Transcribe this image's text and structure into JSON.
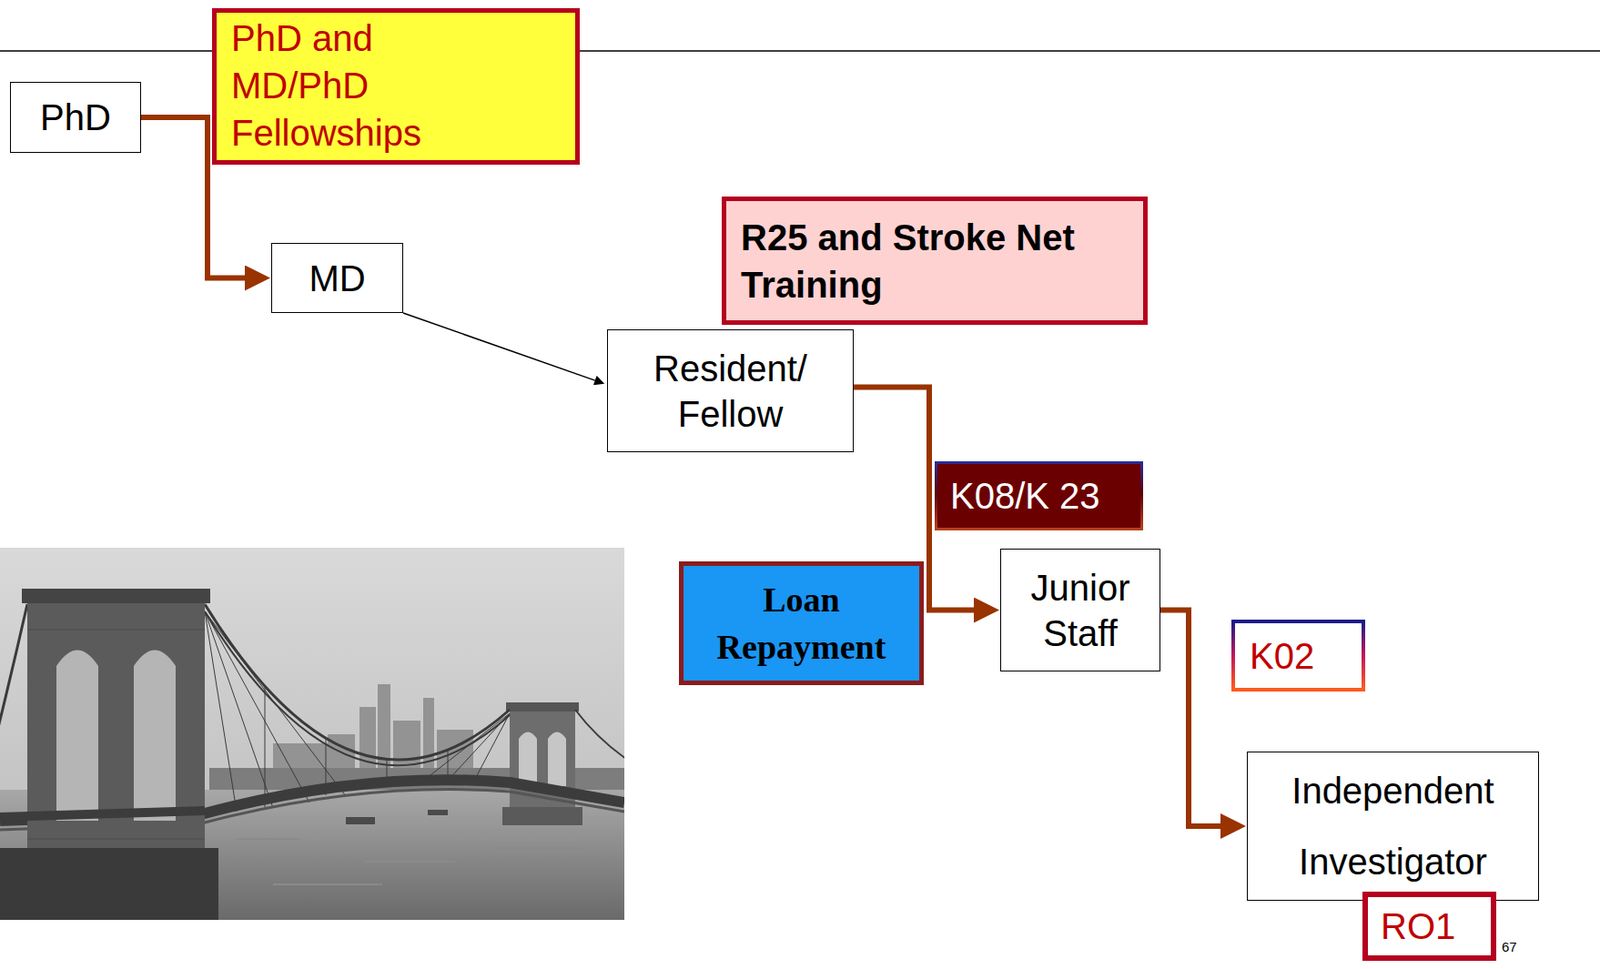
{
  "diagram": {
    "nodes": [
      {
        "text": [
          "PhD and MD/PhD Fellowships"
        ]
      },
      {
        "text": [
          "PhD"
        ]
      },
      {
        "text": [
          "MD"
        ]
      },
      {
        "text": [
          "R25 and Stroke Net Training"
        ]
      },
      {
        "text": [
          "Resident/ Fellow"
        ]
      },
      {
        "text": [
          "K08/K 23"
        ]
      },
      {
        "text": [
          "Loan Repayment"
        ]
      },
      {
        "text": [
          "Junior Staff"
        ]
      },
      {
        "text": [
          "K02"
        ]
      },
      {
        "text": [
          "Independent Investigator"
        ]
      },
      {
        "text": [
          "RO1"
        ]
      }
    ],
    "edges": [
      {
        "from": 1,
        "to": 2,
        "arrow": "to"
      },
      {
        "from": 2,
        "to": 4,
        "arrow": "to"
      },
      {
        "from": 4,
        "to": 7,
        "arrow": "to"
      },
      {
        "from": 7,
        "to": 9,
        "arrow": "to"
      }
    ],
    "labels": [
      "67"
    ]
  }
}
